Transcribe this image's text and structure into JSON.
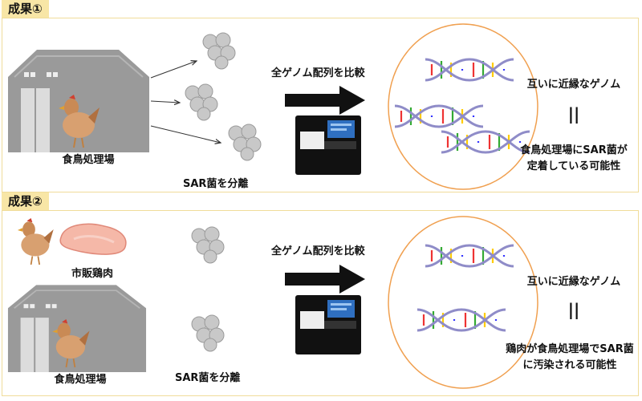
{
  "section1": {
    "tag": "成果①",
    "facility_label": "食鳥処理場",
    "isolation_label": "SAR菌を分離",
    "compare_label": "全ゲノム配列を比較",
    "result_title": "互いに近縁なゲノム",
    "equals_symbol": "||",
    "conclusion_line1": "食鳥処理場にSAR菌が",
    "conclusion_line2": "定着している可能性"
  },
  "section2": {
    "tag": "成果②",
    "meat_label": "市販鶏肉",
    "facility_label": "食鳥処理場",
    "isolation_label": "SAR菌を分離",
    "compare_label": "全ゲノム配列を比較",
    "result_title": "互いに近縁なゲノム",
    "equals_symbol": "||",
    "conclusion_line1": "鶏肉が食鳥処理場でSAR菌",
    "conclusion_line2": "に汚染される可能性"
  },
  "colors": {
    "tag_fill": "#f8e6a6",
    "panel_border": "#f0dc9a",
    "barn": "#9a9a9a",
    "circle": "#f0a050",
    "bacteria": "#c8c8c8",
    "chicken": "#d8a070",
    "meat": "#f5b8a8"
  },
  "icons": [
    "barn-icon",
    "chicken-icon",
    "meat-icon",
    "bacteria-cluster-icon",
    "sequencer-icon",
    "dna-helix-icon",
    "big-arrow-icon"
  ]
}
